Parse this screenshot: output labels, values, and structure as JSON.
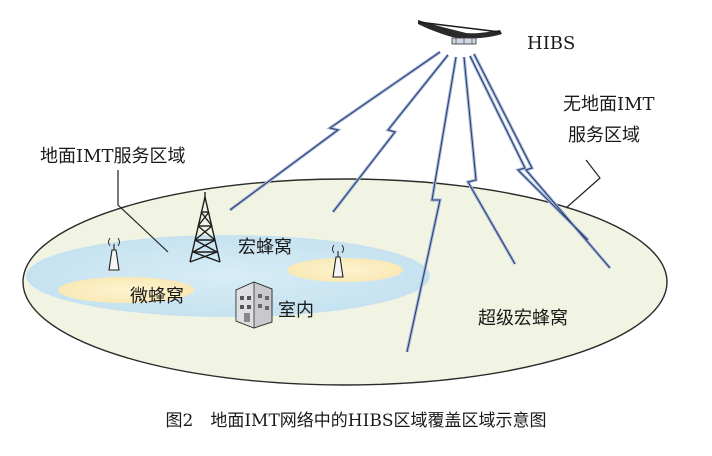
{
  "labels": {
    "hibs": "HIBS",
    "no_ground_line1": "无地面IMT",
    "no_ground_line2": "服务区域",
    "ground_area": "地面IMT服务区域",
    "macro_cell": "宏蜂窝",
    "micro_cell": "微蜂窝",
    "indoor": "室内",
    "super_macro": "超级宏蜂窝"
  },
  "caption": "图2　地面IMT网络中的HIBS区域覆盖区域示意图",
  "colors": {
    "ground_plane": "#f1f4e2",
    "ground_edge": "#2b2b2b",
    "imt_area": "#cfe8f3",
    "micro_area": "#fbeec2",
    "link_beam": "#9fb2d6",
    "link_core": "#2b3d72",
    "tower": "#1c1c1c"
  },
  "icons": {
    "platform": "hibs-platform-icon",
    "macro_tower": "macro-tower-icon",
    "small_antenna": "small-cell-antenna-icon",
    "building": "building-icon"
  }
}
